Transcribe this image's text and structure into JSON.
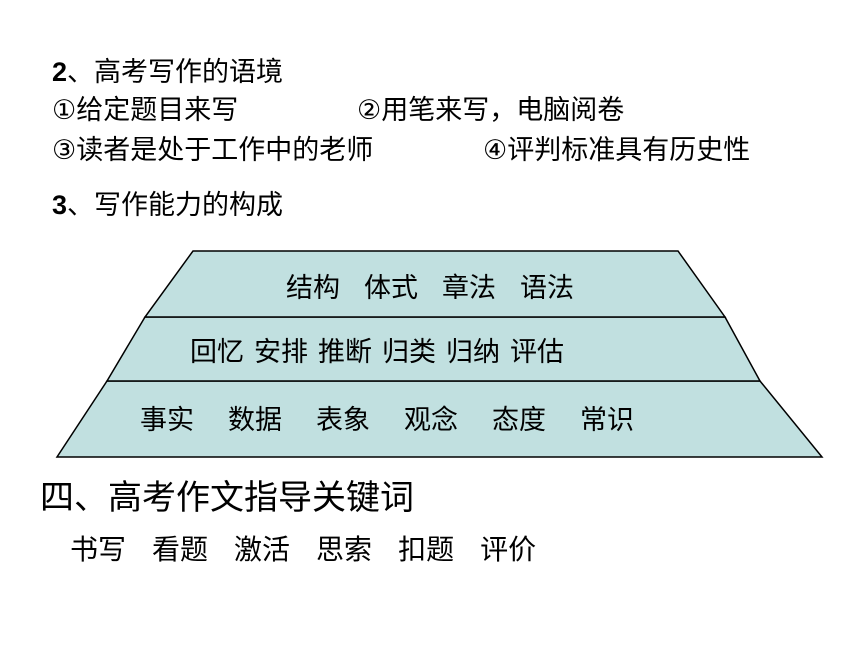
{
  "section2": {
    "num": "2",
    "title": "、高考写作的语境",
    "items": [
      "①给定题目来写",
      "②用笔来写，电脑阅卷",
      "③读者是处于工作中的老师",
      "④评判标准具有历史性"
    ]
  },
  "section3": {
    "num": "3",
    "title": "、写作能力的构成"
  },
  "pyramid": {
    "fill": "#c1e0e0",
    "stroke": "#000000",
    "top": [
      "结构",
      "体式",
      "章法",
      "语法"
    ],
    "middle": [
      "回忆",
      "安排",
      "推断",
      "归类",
      "归纳",
      "评估"
    ],
    "bottom": [
      "事实",
      "数据",
      "表象",
      "观念",
      "态度",
      "常识"
    ]
  },
  "section4": {
    "title": "四、高考作文指导关键词",
    "keywords": [
      "书写",
      "看题",
      "激活",
      "思索",
      "扣题",
      "评价"
    ]
  }
}
